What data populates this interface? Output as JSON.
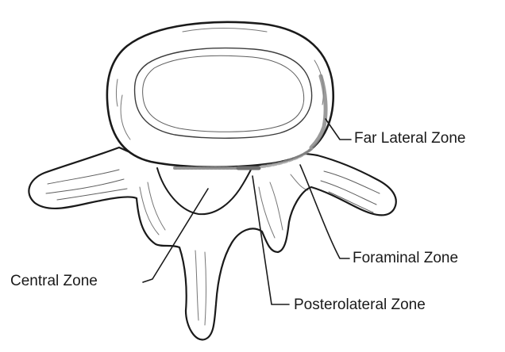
{
  "figure": {
    "labels": {
      "far_lateral": "Far Lateral Zone",
      "foraminal": "Foraminal Zone",
      "central": "Central Zone",
      "posterolateral": "Posterolateral Zone"
    },
    "colors": {
      "ink": "#1a1a1a",
      "background": "#ffffff",
      "zone_shading": "#8a8a8a"
    }
  }
}
